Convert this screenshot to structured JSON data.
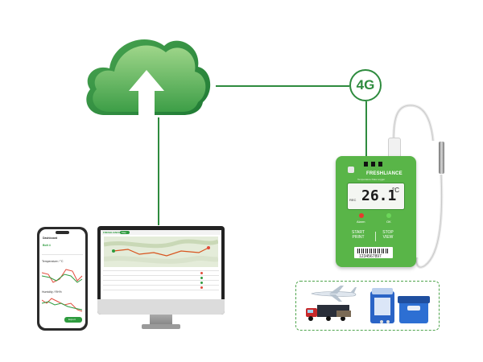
{
  "connection": {
    "label": "4G"
  },
  "logger": {
    "brand": "FRESHLIANCE",
    "brand_sub": "Temperature Data Logger",
    "temperature": "26.1",
    "unit": "°C",
    "status_small": "REC",
    "led_alarm_label": "Alarm",
    "led_ok_label": "OK",
    "left_key_label": "START\nPRINT",
    "right_key_label": "STOP\nVIEW",
    "serial": "1234567897",
    "colors": {
      "body": "#59b548",
      "alarm_led": "#e63a2e",
      "ok_led": "#6cd65a"
    }
  },
  "phone_app": {
    "header": "Dashboard",
    "device_name": "Bolt 4",
    "temperature_title": "Temperature / °C",
    "humidity_title": "Humidity / RH%",
    "button_label": "Export",
    "colors": {
      "primary": "#2e9b3e"
    }
  },
  "desktop_app": {
    "brand": "FRESHLIANCE",
    "nav_active": "Map",
    "colors": {
      "accent": "#2e9b3e",
      "route": "#d8541e"
    }
  },
  "icons": {
    "cloud": "cloud-upload-icon",
    "plane": "airplane-icon",
    "truck": "truck-icon",
    "cooler": "cooler-box-icon"
  }
}
